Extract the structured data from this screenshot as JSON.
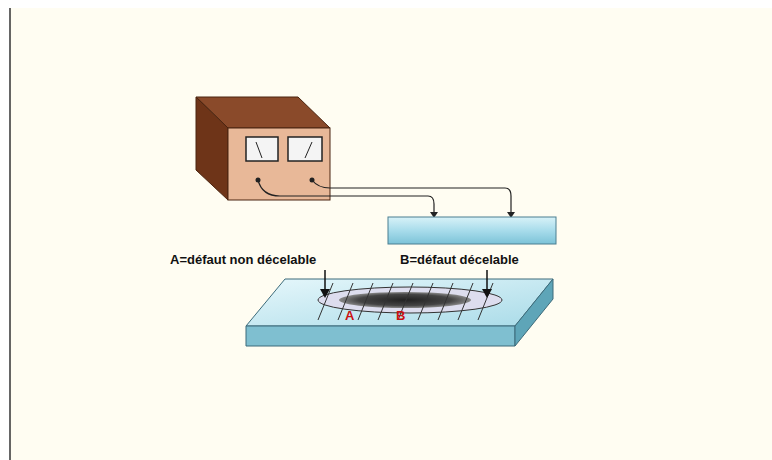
{
  "diagram": {
    "labels": [
      "A=défaut non décelable",
      "B=défaut décelable",
      "A",
      "B"
    ]
  }
}
